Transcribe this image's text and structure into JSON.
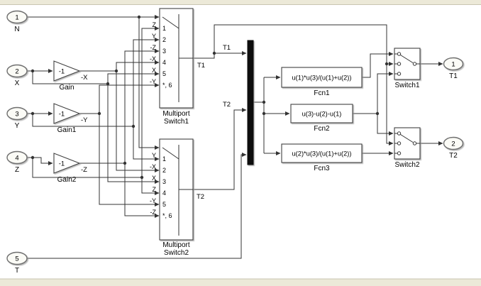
{
  "colors": {
    "window_chrome": "#ece9d8",
    "canvas_background": "#ffffff",
    "wire": "#333333",
    "mux_fill": "#111111"
  },
  "inports": [
    {
      "num": "1",
      "label": "N"
    },
    {
      "num": "2",
      "label": "X"
    },
    {
      "num": "3",
      "label": "Y"
    },
    {
      "num": "4",
      "label": "Z"
    },
    {
      "num": "5",
      "label": "T"
    }
  ],
  "gains": [
    {
      "value": "-1",
      "name": "Gain",
      "signal": "-X"
    },
    {
      "value": "-1",
      "name": "Gain1",
      "signal": "-Y"
    },
    {
      "value": "-1",
      "name": "Gain2",
      "signal": "-Z"
    }
  ],
  "multiport_switch1": {
    "name_line1": "Multiport",
    "name_line2": "Switch1",
    "port_numbers": [
      "1",
      "2",
      "3",
      "4",
      "5",
      "*, 6"
    ],
    "input_labels": [
      "Z",
      "Y",
      "-Z",
      "-X",
      "X",
      "-Y"
    ],
    "output_signal": "T1"
  },
  "multiport_switch2": {
    "name_line1": "Multiport",
    "name_line2": "Switch2",
    "port_numbers": [
      "1",
      "2",
      "3",
      "4",
      "5",
      "*, 6"
    ],
    "input_labels": [
      "Y",
      "-X",
      "X",
      "Z",
      "-Y",
      "-Z"
    ],
    "output_signal": "T2"
  },
  "mux": {
    "input_labels": [
      "T1",
      "T2"
    ]
  },
  "fcn_blocks": [
    {
      "expression": "u(1)*u(3)/(u(1)+u(2))",
      "name": "Fcn1"
    },
    {
      "expression": "u(3)-u(2)-u(1)",
      "name": "Fcn2"
    },
    {
      "expression": "u(2)*u(3)/(u(1)+u(2))",
      "name": "Fcn3"
    }
  ],
  "switches": [
    {
      "name": "Switch1"
    },
    {
      "name": "Switch2"
    }
  ],
  "outports": [
    {
      "num": "1",
      "label": "T1"
    },
    {
      "num": "2",
      "label": "T2"
    }
  ]
}
